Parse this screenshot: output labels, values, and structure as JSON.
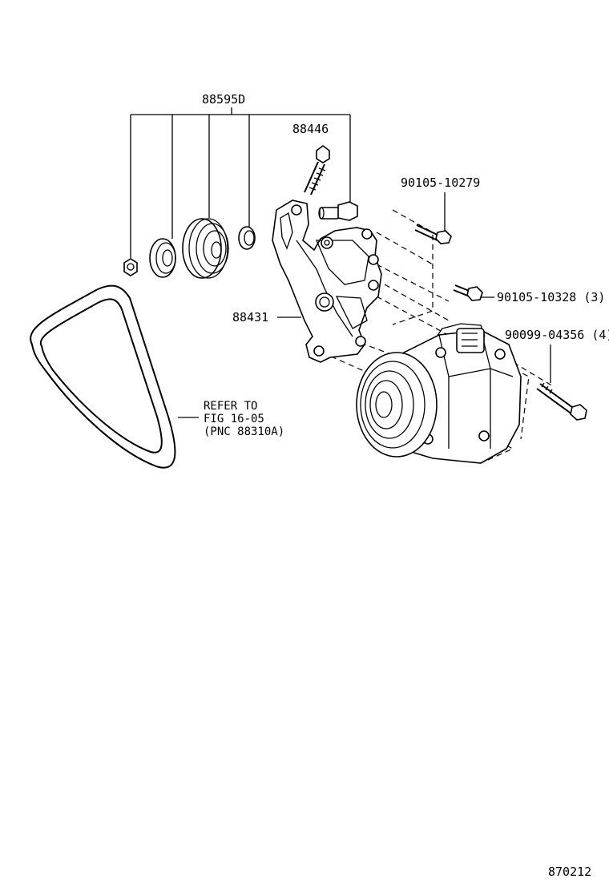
{
  "callouts": {
    "idler_pulley_kit": "88595D",
    "adjusting_bolt": "88446",
    "bolt_top": "90105-10279",
    "bolt_mid": "90105-10328 (3)",
    "bolt_long": "90099-04356 (4)",
    "bracket": "88431"
  },
  "belt_note": {
    "line1": "REFER TO",
    "line2": "FIG 16-05",
    "line3": "(PNC 88310A)"
  },
  "figure_number": "870212"
}
